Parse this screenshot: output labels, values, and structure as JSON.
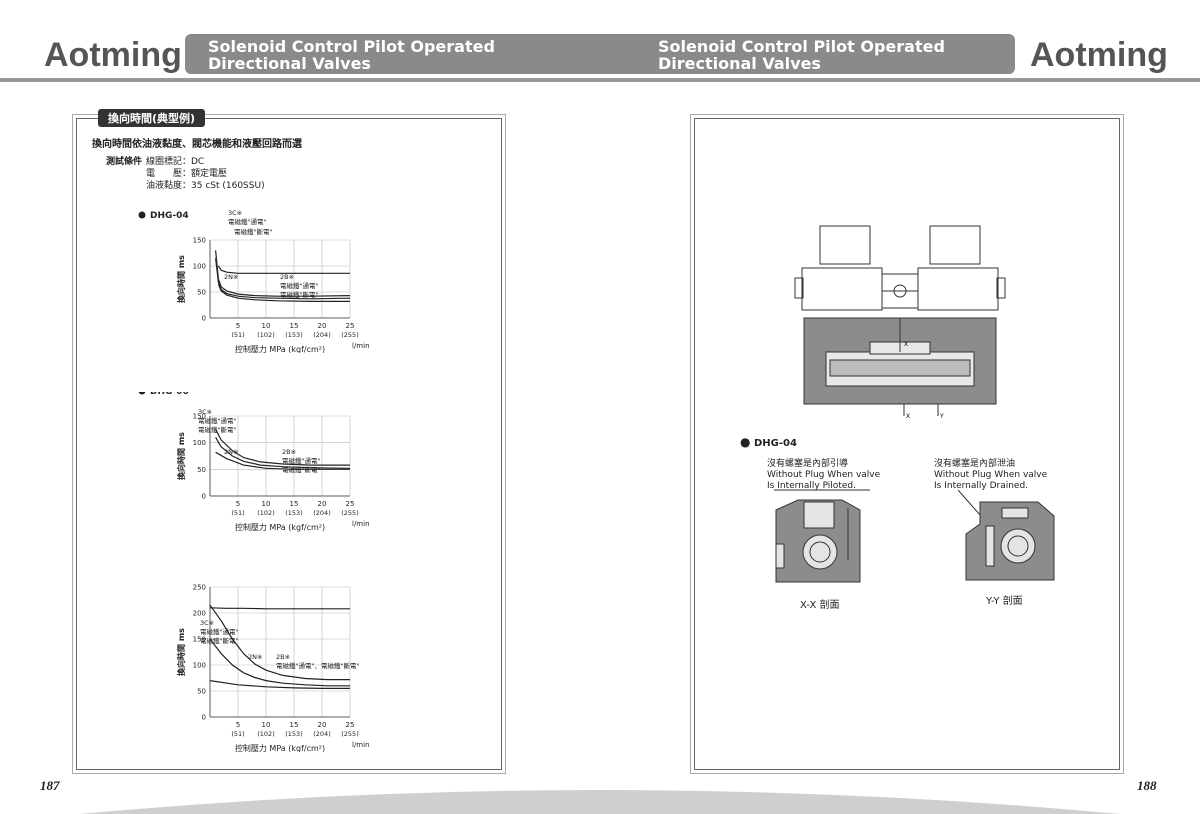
{
  "brand": {
    "left_logo": "Aotming",
    "right_logo": "Aotming"
  },
  "header": {
    "left_title_line1": "Solenoid Control Pilot Operated",
    "left_title_line2": "Directional Valves",
    "right_title_line1": "Solenoid Control Pilot Operated",
    "right_title_line2": "Directional Valves"
  },
  "left": {
    "tag": "換向時間(典型例)",
    "intro": "換向時間依油液黏度、閥芯機能和液壓回路而選",
    "cond_label": "測試條件",
    "cond1": "線圈標記：DC",
    "cond2": "電　　壓：額定電壓",
    "cond3": "油液黏度：35 cSt (160SSU)",
    "page_number": "187"
  },
  "right": {
    "model": "DHG-04",
    "note_left_cn": "沒有螺塞是內部引導",
    "note_left_en1": "Without Plug When valve",
    "note_left_en2": "Is Internally Piloted.",
    "note_right_cn": "沒有螺塞是內部泄油",
    "note_right_en1": "Without Plug When valve",
    "note_right_en2": "Is Internally Drained.",
    "section_xx": "X-X 剖面",
    "section_yy": "Y-Y 剖面",
    "mark_x": "X",
    "mark_y": "Y",
    "page_number": "188"
  },
  "colors": {
    "banner": "#8a8a8a",
    "valve_body": "#8c8c8c",
    "ink": "#222222"
  },
  "chart_data": [
    {
      "type": "line",
      "title": "DHG-04",
      "ylabel": "換向時間 ms",
      "xlabel": "控制壓力 MPa (kgf/cm²)",
      "x_unit": "l/min",
      "x_ticks": [
        "5",
        "10",
        "15",
        "20",
        "25"
      ],
      "x_sub_ticks": [
        "(51)",
        "(102)",
        "(153)",
        "(204)",
        "(255)"
      ],
      "y_ticks": [
        "0",
        "50",
        "100",
        "150"
      ],
      "ylim": [
        0,
        150
      ],
      "xlim": [
        0,
        25
      ],
      "annotations": [
        "3C※",
        "電磁鐵\"通電\"",
        "電磁鐵\"斷電\"",
        "2N※",
        "2B※",
        "電磁鐵\"通電\"",
        "電磁鐵\"斷電\""
      ],
      "series": [
        {
          "x": [
            1.5,
            2,
            3,
            5,
            8,
            12,
            18,
            25
          ],
          "values": [
            100,
            92,
            88,
            86,
            86,
            86,
            86,
            86
          ]
        },
        {
          "x": [
            1,
            1.5,
            2,
            3,
            5,
            8,
            12,
            18,
            25
          ],
          "values": [
            130,
            75,
            60,
            52,
            46,
            43,
            42,
            42,
            43
          ]
        },
        {
          "x": [
            1,
            1.5,
            2,
            3,
            5,
            8,
            12,
            18,
            25
          ],
          "values": [
            115,
            68,
            55,
            47,
            42,
            39,
            38,
            37,
            38
          ]
        },
        {
          "x": [
            1.5,
            2,
            3,
            5,
            8,
            12,
            18,
            25
          ],
          "values": [
            65,
            52,
            44,
            38,
            35,
            33,
            32,
            32
          ]
        }
      ]
    },
    {
      "type": "line",
      "title": "DHG-06",
      "ylabel": "換向時間 ms",
      "xlabel": "控制壓力 MPa (kgf/cm²)",
      "x_unit": "l/min",
      "x_ticks": [
        "5",
        "10",
        "15",
        "20",
        "25"
      ],
      "x_sub_ticks": [
        "(51)",
        "(102)",
        "(153)",
        "(204)",
        "(255)"
      ],
      "y_ticks": [
        "0",
        "50",
        "100",
        "150"
      ],
      "ylim": [
        0,
        150
      ],
      "xlim": [
        0,
        25
      ],
      "annotations": [
        "3C※",
        "電磁鐵\"通電\"",
        "電磁鐵\"斷電\"",
        "2N※",
        "2B※",
        "電磁鐵\"通電\"",
        "電磁鐵\"斷電\""
      ],
      "series": [
        {
          "x": [
            1,
            2,
            4,
            6,
            9,
            13,
            18,
            25
          ],
          "values": [
            125,
            105,
            85,
            72,
            64,
            60,
            58,
            58
          ]
        },
        {
          "x": [
            1,
            2,
            4,
            6,
            9,
            13,
            18,
            25
          ],
          "values": [
            110,
            92,
            75,
            65,
            58,
            55,
            53,
            52
          ]
        },
        {
          "x": [
            1,
            3,
            6,
            10,
            15,
            20,
            25
          ],
          "values": [
            82,
            70,
            58,
            52,
            50,
            50,
            50
          ]
        }
      ]
    },
    {
      "type": "line",
      "title": "DHG-10",
      "ylabel": "換向時間 ms",
      "xlabel": "控制壓力 MPa (kgf/cm²)",
      "x_unit": "l/min",
      "x_ticks": [
        "5",
        "10",
        "15",
        "20",
        "25"
      ],
      "x_sub_ticks": [
        "(51)",
        "(102)",
        "(153)",
        "(204)",
        "(255)"
      ],
      "y_ticks": [
        "0",
        "50",
        "100",
        "150",
        "200",
        "250"
      ],
      "ylim": [
        0,
        250
      ],
      "xlim": [
        0,
        25
      ],
      "annotations": [
        "3C※",
        "電磁鐵\"通電\"",
        "電磁鐵\"斷電\"",
        "2N※",
        "2B※",
        "電磁鐵\"通電\"、電磁鐵\"斷電\""
      ],
      "series": [
        {
          "x": [
            0,
            3,
            6,
            10,
            15,
            20,
            25
          ],
          "values": [
            210,
            209,
            209,
            208,
            208,
            208,
            208
          ]
        },
        {
          "x": [
            0,
            2,
            4,
            6,
            8,
            10,
            13,
            17,
            21,
            25
          ],
          "values": [
            215,
            185,
            150,
            122,
            102,
            90,
            80,
            74,
            72,
            72
          ]
        },
        {
          "x": [
            0,
            2,
            4,
            6,
            8,
            10,
            13,
            17,
            21,
            25
          ],
          "values": [
            150,
            122,
            100,
            85,
            76,
            70,
            65,
            62,
            60,
            60
          ]
        },
        {
          "x": [
            0,
            5,
            10,
            15,
            20,
            25
          ],
          "values": [
            70,
            62,
            58,
            56,
            55,
            55
          ]
        }
      ]
    }
  ]
}
